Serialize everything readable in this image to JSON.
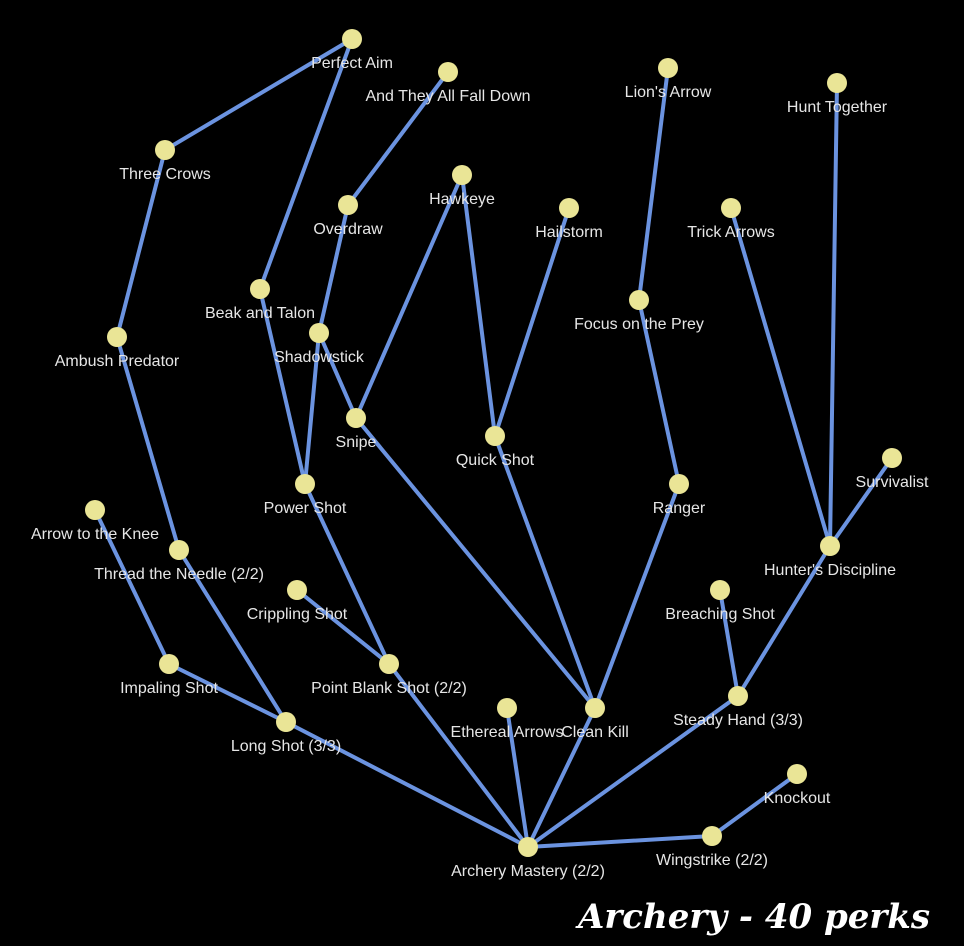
{
  "title": "Archery - 40 perks",
  "colors": {
    "background": "#000000",
    "edge": "#6b93e0",
    "node": "#eae596",
    "label": "#e6e6e6"
  },
  "perks": [
    {
      "id": "archery-mastery",
      "label": "Archery Mastery (2/2)"
    },
    {
      "id": "long-shot",
      "label": "Long Shot (3/3)"
    },
    {
      "id": "impaling-shot",
      "label": "Impaling Shot"
    },
    {
      "id": "arrow-to-the-knee",
      "label": "Arrow to the Knee"
    },
    {
      "id": "thread-the-needle",
      "label": "Thread the Needle (2/2)"
    },
    {
      "id": "ambush-predator",
      "label": "Ambush Predator"
    },
    {
      "id": "three-crows",
      "label": "Three Crows"
    },
    {
      "id": "perfect-aim",
      "label": "Perfect Aim"
    },
    {
      "id": "beak-and-talon",
      "label": "Beak and Talon"
    },
    {
      "id": "power-shot",
      "label": "Power Shot"
    },
    {
      "id": "point-blank-shot",
      "label": "Point Blank Shot (2/2)"
    },
    {
      "id": "crippling-shot",
      "label": "Crippling Shot"
    },
    {
      "id": "shadowstick",
      "label": "Shadowstick"
    },
    {
      "id": "overdraw",
      "label": "Overdraw"
    },
    {
      "id": "and-they-all-fall-down",
      "label": "And They All Fall Down"
    },
    {
      "id": "ethereal-arrows",
      "label": "Ethereal Arrows"
    },
    {
      "id": "clean-kill",
      "label": "Clean Kill"
    },
    {
      "id": "snipe",
      "label": "Snipe"
    },
    {
      "id": "hawkeye",
      "label": "Hawkeye"
    },
    {
      "id": "quick-shot",
      "label": "Quick Shot"
    },
    {
      "id": "hailstorm",
      "label": "Hailstorm"
    },
    {
      "id": "ranger",
      "label": "Ranger"
    },
    {
      "id": "focus-on-the-prey",
      "label": "Focus on the Prey"
    },
    {
      "id": "lions-arrow",
      "label": "Lion's Arrow"
    },
    {
      "id": "steady-hand",
      "label": "Steady Hand (3/3)"
    },
    {
      "id": "breaching-shot",
      "label": "Breaching Shot"
    },
    {
      "id": "hunters-discipline",
      "label": "Hunter's Discipline"
    },
    {
      "id": "survivalist",
      "label": "Survivalist"
    },
    {
      "id": "trick-arrows",
      "label": "Trick Arrows"
    },
    {
      "id": "hunt-together",
      "label": "Hunt Together"
    },
    {
      "id": "wingstrike",
      "label": "Wingstrike (2/2)"
    },
    {
      "id": "knockout",
      "label": "Knockout"
    }
  ],
  "edges": [
    [
      "archery-mastery",
      "long-shot"
    ],
    [
      "long-shot",
      "impaling-shot"
    ],
    [
      "impaling-shot",
      "arrow-to-the-knee"
    ],
    [
      "long-shot",
      "thread-the-needle"
    ],
    [
      "thread-the-needle",
      "ambush-predator"
    ],
    [
      "ambush-predator",
      "three-crows"
    ],
    [
      "three-crows",
      "perfect-aim"
    ],
    [
      "perfect-aim",
      "beak-and-talon"
    ],
    [
      "beak-and-talon",
      "power-shot"
    ],
    [
      "archery-mastery",
      "point-blank-shot"
    ],
    [
      "point-blank-shot",
      "crippling-shot"
    ],
    [
      "point-blank-shot",
      "power-shot"
    ],
    [
      "power-shot",
      "shadowstick"
    ],
    [
      "shadowstick",
      "overdraw"
    ],
    [
      "overdraw",
      "and-they-all-fall-down"
    ],
    [
      "shadowstick",
      "snipe"
    ],
    [
      "archery-mastery",
      "ethereal-arrows"
    ],
    [
      "archery-mastery",
      "clean-kill"
    ],
    [
      "clean-kill",
      "snipe"
    ],
    [
      "snipe",
      "hawkeye"
    ],
    [
      "hawkeye",
      "quick-shot"
    ],
    [
      "clean-kill",
      "quick-shot"
    ],
    [
      "quick-shot",
      "hailstorm"
    ],
    [
      "archery-mastery",
      "steady-hand"
    ],
    [
      "steady-hand",
      "breaching-shot"
    ],
    [
      "steady-hand",
      "hunters-discipline"
    ],
    [
      "hunters-discipline",
      "survivalist"
    ],
    [
      "hunters-discipline",
      "trick-arrows"
    ],
    [
      "hunters-discipline",
      "hunt-together"
    ],
    [
      "archery-mastery",
      "wingstrike"
    ],
    [
      "wingstrike",
      "knockout"
    ],
    [
      "clean-kill",
      "ranger"
    ],
    [
      "ranger",
      "focus-on-the-prey"
    ],
    [
      "focus-on-the-prey",
      "lions-arrow"
    ]
  ]
}
